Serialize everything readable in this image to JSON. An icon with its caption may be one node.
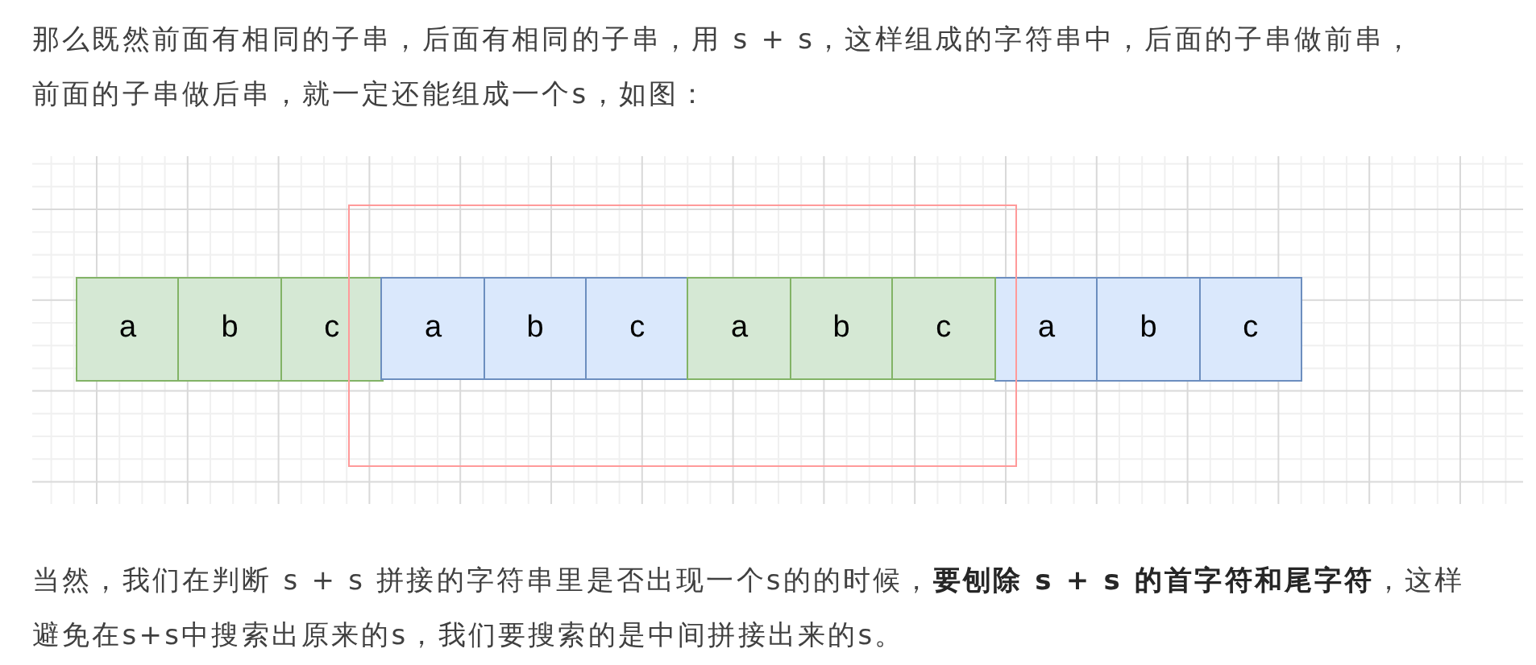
{
  "diagram": {
    "nodes": [
      {
        "text": [
          "a"
        ]
      },
      {
        "text": [
          "b"
        ]
      },
      {
        "text": [
          "c"
        ]
      },
      {
        "text": [],
        "shape": "box"
      },
      {
        "text": [
          "a"
        ],
        "in": 3
      },
      {
        "text": [
          "b"
        ],
        "in": 3
      },
      {
        "text": [
          "c"
        ],
        "in": 3
      },
      {
        "text": [
          "a"
        ],
        "in": 3
      },
      {
        "text": [
          "b"
        ],
        "in": 3
      },
      {
        "text": [
          "c"
        ],
        "in": 3
      },
      {
        "text": [
          "a"
        ]
      },
      {
        "text": [
          "b"
        ]
      },
      {
        "text": [
          "c"
        ]
      }
    ],
    "labels": [
      "那么既然前面有相同的子串，后面有相同的子串，用 s + s，这样组成的字符串中，后面的子串做前串，前面的子串做后串，就一定还能组成一个s，如图：",
      "当然，我们在判断 s + s 拼接的字符串里是否出现一个s的的时候，**要刨除 s + s 的首字符和尾字符**，这样避免在s+s中搜索出原来的s，我们要搜索的是中间拼接出来的s。"
    ]
  }
}
